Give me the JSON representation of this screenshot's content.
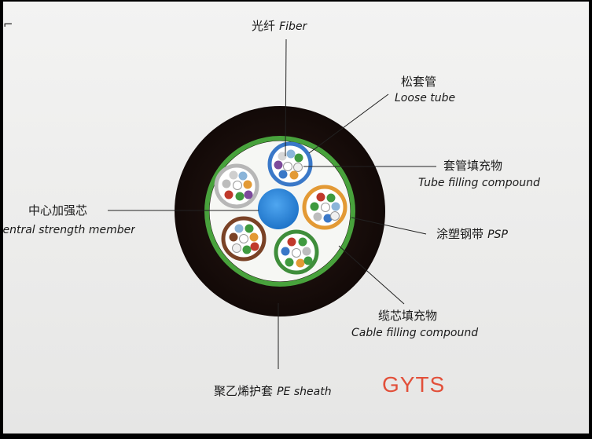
{
  "labels": {
    "fiber": {
      "zh": "光纤",
      "en": "Fiber"
    },
    "loose_tube": {
      "zh": "松套管",
      "en": "Loose tube"
    },
    "tube_filling": {
      "zh": "套管填充物",
      "en": "Tube filling compound"
    },
    "central_member": {
      "zh": "中心加强芯",
      "en": "Central strength member"
    },
    "psp": {
      "zh": "涂塑钢带",
      "en": "PSP"
    },
    "cable_filling": {
      "zh": "缆芯填充物",
      "en": "Cable filling compound"
    },
    "pe_sheath": {
      "zh": "聚乙烯护套",
      "en": "PE sheath"
    }
  },
  "cable_type": "GYTS",
  "colors": {
    "sheath": "#1b0f0d",
    "psp_green": "#48a23c",
    "central_member": "#2f8fe0",
    "accent_red": "#e2503a",
    "tube_blue": "#3a78c8",
    "tube_orange": "#e39a35",
    "tube_green": "#3f8e3b",
    "tube_brown": "#7a4226",
    "tube_gray": "#b7b7b7"
  }
}
